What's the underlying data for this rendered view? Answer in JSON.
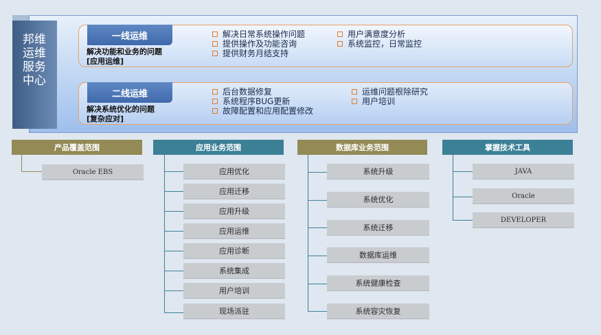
{
  "center": {
    "label": "邦维运维服务中心"
  },
  "groups": [
    {
      "title": "一线运维",
      "desc_line1": "解决功能和业务的问题",
      "desc_line2": "[应用运维]",
      "items_col1": [
        "解决日常系统操作问题",
        "提供操作及功能咨询",
        "提供财务月结支持"
      ],
      "items_col2": [
        "用户满意度分析",
        "系统监控，日常监控"
      ]
    },
    {
      "title": "二线运维",
      "desc_line1": "解决系统优化的问题",
      "desc_line2": "[复杂应对]",
      "items_col1": [
        "后台数据修复",
        "系统程序BUG更新",
        "故障配置和应用配置修改"
      ],
      "items_col2": [
        "运维问题根除研究",
        "用户培训"
      ]
    }
  ],
  "categories": [
    {
      "title": "产品覆盖范围",
      "items": [
        "Oracle EBS"
      ]
    },
    {
      "title": "应用业务范围",
      "items": [
        "应用优化",
        "应用迁移",
        "应用升级",
        "应用运维",
        "应用诊断",
        "系统集成",
        "用户培训",
        "现场派驻"
      ]
    },
    {
      "title": "数据库业务范围",
      "items": [
        "系统升级",
        "系统优化",
        "系统迁移",
        "数据库运维",
        "系统健康检查",
        "系统容灾恢复"
      ]
    },
    {
      "title": "掌握技术工具",
      "items": [
        "JAVA",
        "Oracle",
        "DEVELOPER"
      ]
    }
  ],
  "colors": {
    "olive": "#938a55",
    "teal": "#3c8096",
    "orange": "#e07a2a",
    "box": "#c9cccf"
  }
}
